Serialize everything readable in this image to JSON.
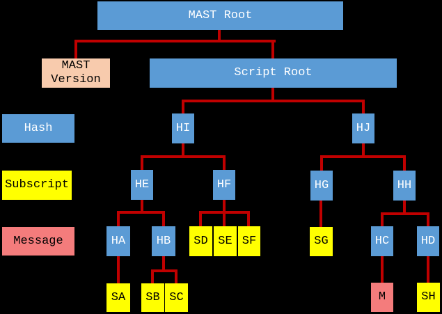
{
  "colors": {
    "hash_blue": "#5B9BD5",
    "subscript_yellow": "#FFFF00",
    "message_red": "#F47C7C",
    "version_peach": "#F8CBAD",
    "connector_red": "#C00000",
    "background": "#000000",
    "text_on_blue": "#FFFFFF",
    "text_on_light": "#000000"
  },
  "legend": {
    "hash": "Hash",
    "subscript": "Subscript",
    "message": "Message"
  },
  "nodes": {
    "mast_root": "MAST Root",
    "mast_version": "MAST Version",
    "script_root": "Script Root",
    "hi": "HI",
    "hj": "HJ",
    "he": "HE",
    "hf": "HF",
    "hg": "HG",
    "hh": "HH",
    "ha": "HA",
    "hb": "HB",
    "sd": "SD",
    "se": "SE",
    "sf": "SF",
    "sg": "SG",
    "hc": "HC",
    "hd": "HD",
    "sa": "SA",
    "sb": "SB",
    "sc": "SC",
    "m": "M",
    "sh": "SH"
  },
  "edges": [
    [
      "MAST Root",
      "MAST Version"
    ],
    [
      "MAST Root",
      "Script Root"
    ],
    [
      "Script Root",
      "HI"
    ],
    [
      "Script Root",
      "HJ"
    ],
    [
      "HI",
      "HE"
    ],
    [
      "HI",
      "HF"
    ],
    [
      "HJ",
      "HG"
    ],
    [
      "HJ",
      "HH"
    ],
    [
      "HE",
      "HA"
    ],
    [
      "HE",
      "HB"
    ],
    [
      "HF",
      "SD"
    ],
    [
      "HF",
      "SE"
    ],
    [
      "HF",
      "SF"
    ],
    [
      "HG",
      "SG"
    ],
    [
      "HH",
      "HC"
    ],
    [
      "HH",
      "HD"
    ],
    [
      "HA",
      "SA"
    ],
    [
      "HB",
      "SB"
    ],
    [
      "HB",
      "SC"
    ],
    [
      "HC",
      "M"
    ],
    [
      "HD",
      "SH"
    ]
  ]
}
